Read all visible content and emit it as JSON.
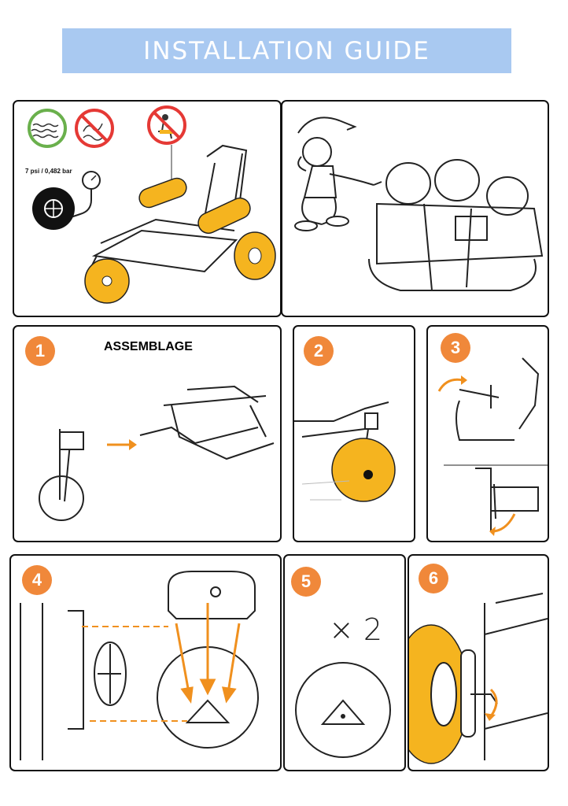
{
  "header": {
    "title": "INSTALLATION GUIDE"
  },
  "info": {
    "pressure_label": "7 psi / 0,482 bar"
  },
  "steps": [
    {
      "number": "1",
      "title": "ASSEMBLAGE"
    },
    {
      "number": "2"
    },
    {
      "number": "3"
    },
    {
      "number": "4"
    },
    {
      "number": "5",
      "multiplier": "× 2"
    },
    {
      "number": "6"
    }
  ],
  "colors": {
    "banner": "#a9c9f1",
    "step_badge": "#f0883a",
    "wheel": "#f5b41f",
    "arrow": "#f0901e"
  },
  "icons": [
    "calm-water-icon",
    "no-waves-icon",
    "no-sitting-icon",
    "pressure-gauge-icon"
  ]
}
